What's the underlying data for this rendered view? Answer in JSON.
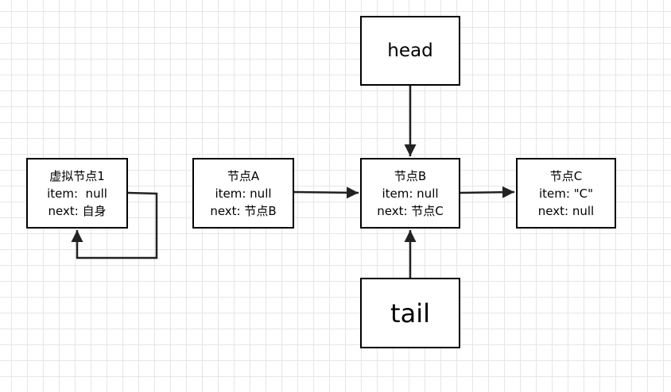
{
  "head": {
    "label": "head"
  },
  "tail": {
    "label": "tail"
  },
  "nodes": {
    "dummy": {
      "title": "虚拟节点1",
      "item": "item:  null",
      "next": "next: 自身"
    },
    "a": {
      "title": "节点A",
      "item": "item: null",
      "next": "next: 节点B"
    },
    "b": {
      "title": "节点B",
      "item": "item: null",
      "next": "next: 节点C"
    },
    "c": {
      "title": "节点C",
      "item": "item: \"C\"",
      "next": "next: null"
    }
  },
  "edges": [
    {
      "from": "head",
      "to": "节点B"
    },
    {
      "from": "tail",
      "to": "节点B"
    },
    {
      "from": "节点A",
      "to": "节点B"
    },
    {
      "from": "节点B",
      "to": "节点C"
    },
    {
      "from": "虚拟节点1",
      "to": "虚拟节点1"
    }
  ],
  "colors": {
    "line": "#222222",
    "grid": "#e6e6e6",
    "background": "#ffffff"
  }
}
